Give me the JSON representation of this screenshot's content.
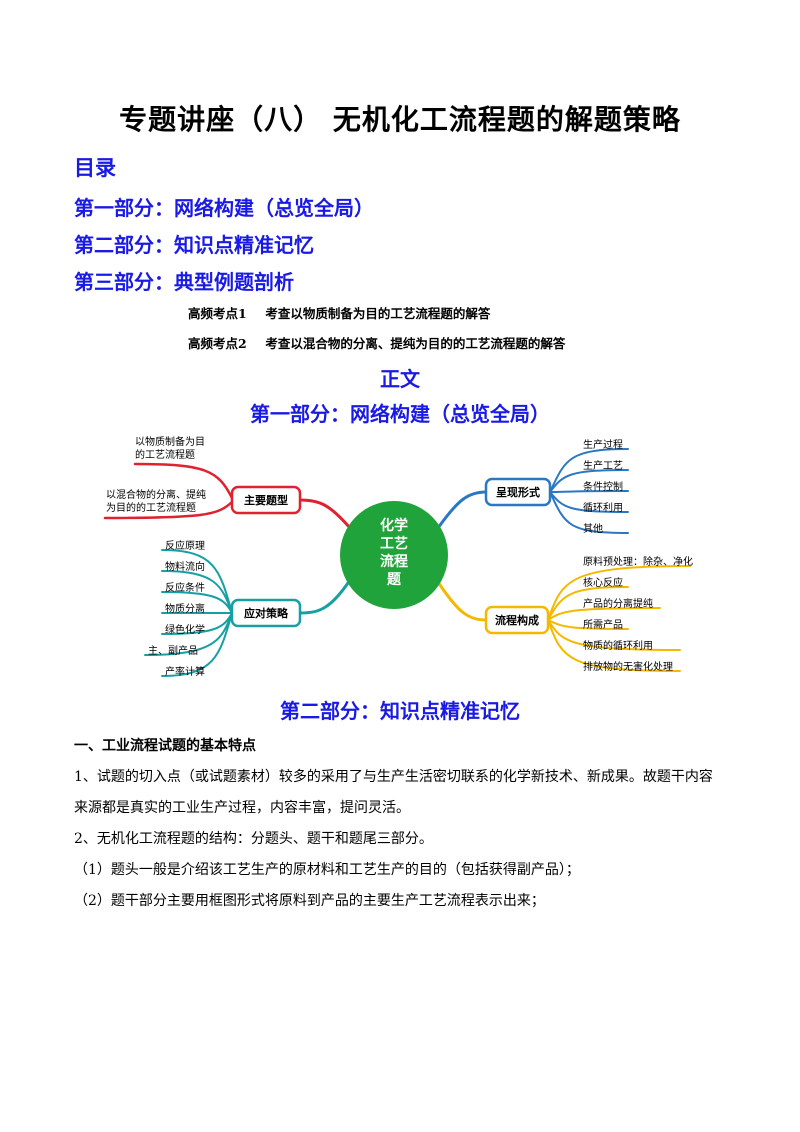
{
  "title": "专题讲座（八）  无机化工流程题的解题策略",
  "toc": {
    "heading": "目录",
    "parts": [
      "第一部分：网络构建（总览全局）",
      "第二部分：知识点精准记忆",
      "第三部分：典型例题剖析"
    ],
    "subs": [
      {
        "label": "高频考点1",
        "text": "考查以物质制备为目的工艺流程题的解答"
      },
      {
        "label": "高频考点2",
        "text": "考查以混合物的分离、提纯为目的的工艺流程题的解答"
      }
    ]
  },
  "body_heading": "正文",
  "part1_heading": "第一部分：网络构建（总览全局）",
  "mindmap": {
    "center": [
      "化学",
      "工艺",
      "流程",
      "题"
    ],
    "colors": {
      "center": "#1fa33a",
      "red": "#e0212f",
      "teal": "#17a0a3",
      "blue": "#2a78c4",
      "yellow": "#f5b800"
    },
    "branches": {
      "types": {
        "label": "主要题型",
        "leaves": [
          [
            "以物质制备为目",
            "的工艺流程题"
          ],
          [
            "以混合物的分离、提纯",
            "为目的的工艺流程题"
          ]
        ]
      },
      "strategy": {
        "label": "应对策略",
        "leaves": [
          "反应原理",
          "物料流向",
          "反应条件",
          "物质分离",
          "绿色化学",
          "主、副产品",
          "产率计算"
        ]
      },
      "forms": {
        "label": "呈现形式",
        "leaves": [
          "生产过程",
          "生产工艺",
          "条件控制",
          "循环利用",
          "其他"
        ]
      },
      "structure": {
        "label": "流程构成",
        "leaves": [
          "原料预处理：除杂、净化",
          "核心反应",
          "产品的分离提纯",
          "所需产品",
          "物质的循环利用",
          "排放物的无害化处理"
        ]
      }
    }
  },
  "part2_heading": "第二部分：知识点精准记忆",
  "section1_heading": "一、工业流程试题的基本特点",
  "paragraphs": [
    "1、试题的切入点（或试题素材）较多的采用了与生产生活密切联系的化学新技术、新成果。故题干内容",
    "来源都是真实的工业生产过程，内容丰富，提问灵活。",
    "2、无机化工流程题的结构：分题头、题干和题尾三部分。",
    "（1）题头一般是介绍该工艺生产的原材料和工艺生产的目的（包括获得副产品）；",
    "（2）题干部分主要用框图形式将原料到产品的主要生产工艺流程表示出来；"
  ]
}
